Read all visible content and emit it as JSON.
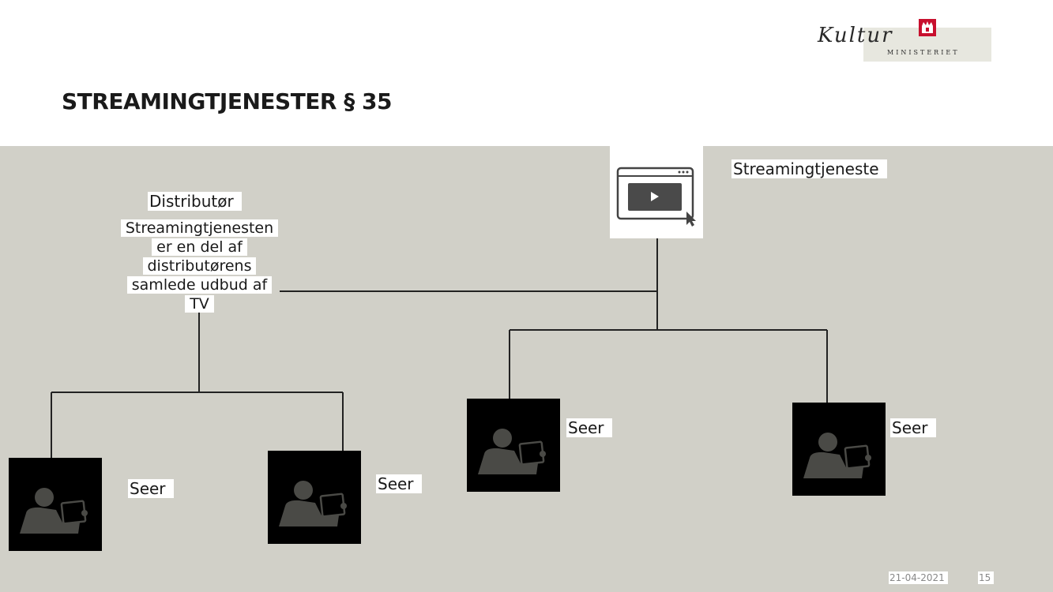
{
  "slide": {
    "title": "STREAMINGTJENESTER § 35",
    "logo": {
      "script": "Kultur",
      "subtitle": "MINISTERIET"
    },
    "footer": {
      "date": "21-04-2021",
      "page": "15"
    }
  },
  "diagram": {
    "streaming_service": {
      "label": "Streamingtjeneste",
      "icon": "browser-video-icon"
    },
    "distributor": {
      "label": "Distributør",
      "description_lines": [
        "Streamingtjenesten",
        "er en del af",
        "distributørens",
        "samlede udbud af",
        "TV"
      ]
    },
    "viewers": [
      {
        "label": "Seer",
        "icon": "viewer-tablet-icon"
      },
      {
        "label": "Seer",
        "icon": "viewer-tablet-icon"
      },
      {
        "label": "Seer",
        "icon": "viewer-tablet-icon"
      },
      {
        "label": "Seer",
        "icon": "viewer-tablet-icon"
      }
    ]
  },
  "colors": {
    "background_panel": "#d1d0c8",
    "line": "#222222",
    "viewer_tile": "#000000",
    "crown_red": "#c8102e"
  }
}
